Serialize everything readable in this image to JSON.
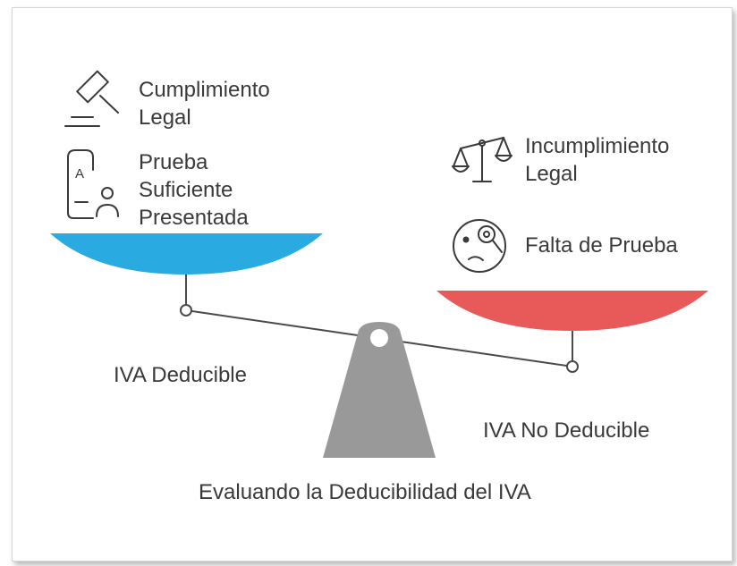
{
  "diagram": {
    "caption": "Evaluando la Deducibilidad del IVA",
    "left_side": {
      "pan_label": "IVA Deducible",
      "pan_color": "#29ABE2",
      "items": [
        {
          "icon": "gavel-icon",
          "label": "Cumplimiento Legal"
        },
        {
          "icon": "document-person-icon",
          "label": "Prueba Suficiente Presentada"
        }
      ]
    },
    "right_side": {
      "pan_label": "IVA No Deducible",
      "pan_color": "#E85A5A",
      "items": [
        {
          "icon": "balance-scale-icon",
          "label": "Incumplimiento Legal"
        },
        {
          "icon": "confused-face-icon",
          "label": "Falta de Prueba"
        }
      ]
    },
    "fulcrum_color": "#999999"
  }
}
